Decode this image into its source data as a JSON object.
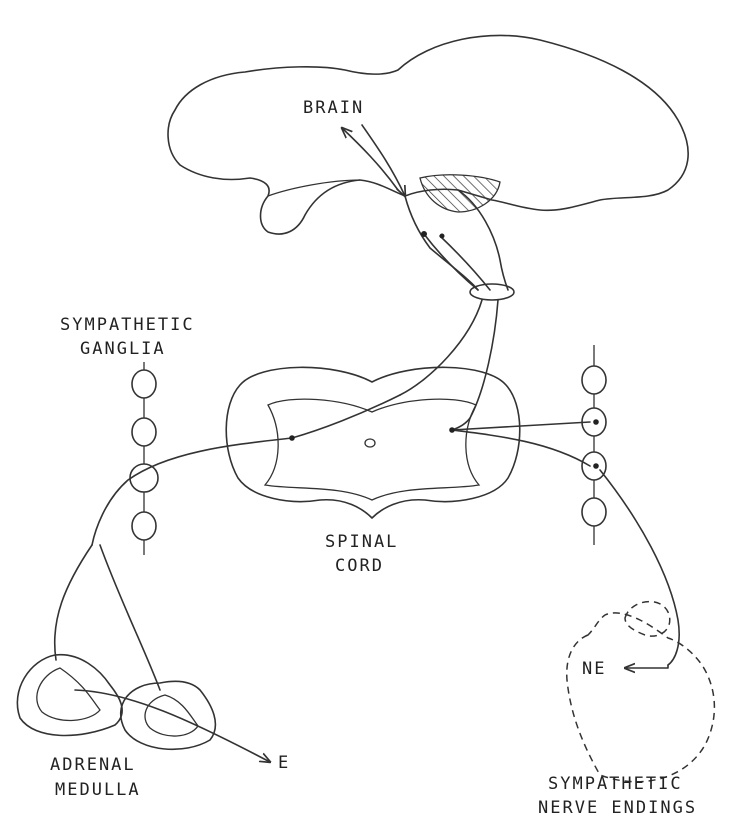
{
  "labels": {
    "brain": "BRAIN",
    "sympathetic_ganglia_line1": "SYMPATHETIC",
    "sympathetic_ganglia_line2": "GANGLIA",
    "spinal_cord_line1": "SPINAL",
    "spinal_cord_line2": "CORD",
    "adrenal_medulla_line1": "ADRENAL",
    "adrenal_medulla_line2": "MEDULLA",
    "epinephrine": "E",
    "norepinephrine": "NE",
    "nerve_endings_line1": "SYMPATHETIC",
    "nerve_endings_line2": "NERVE ENDINGS"
  }
}
